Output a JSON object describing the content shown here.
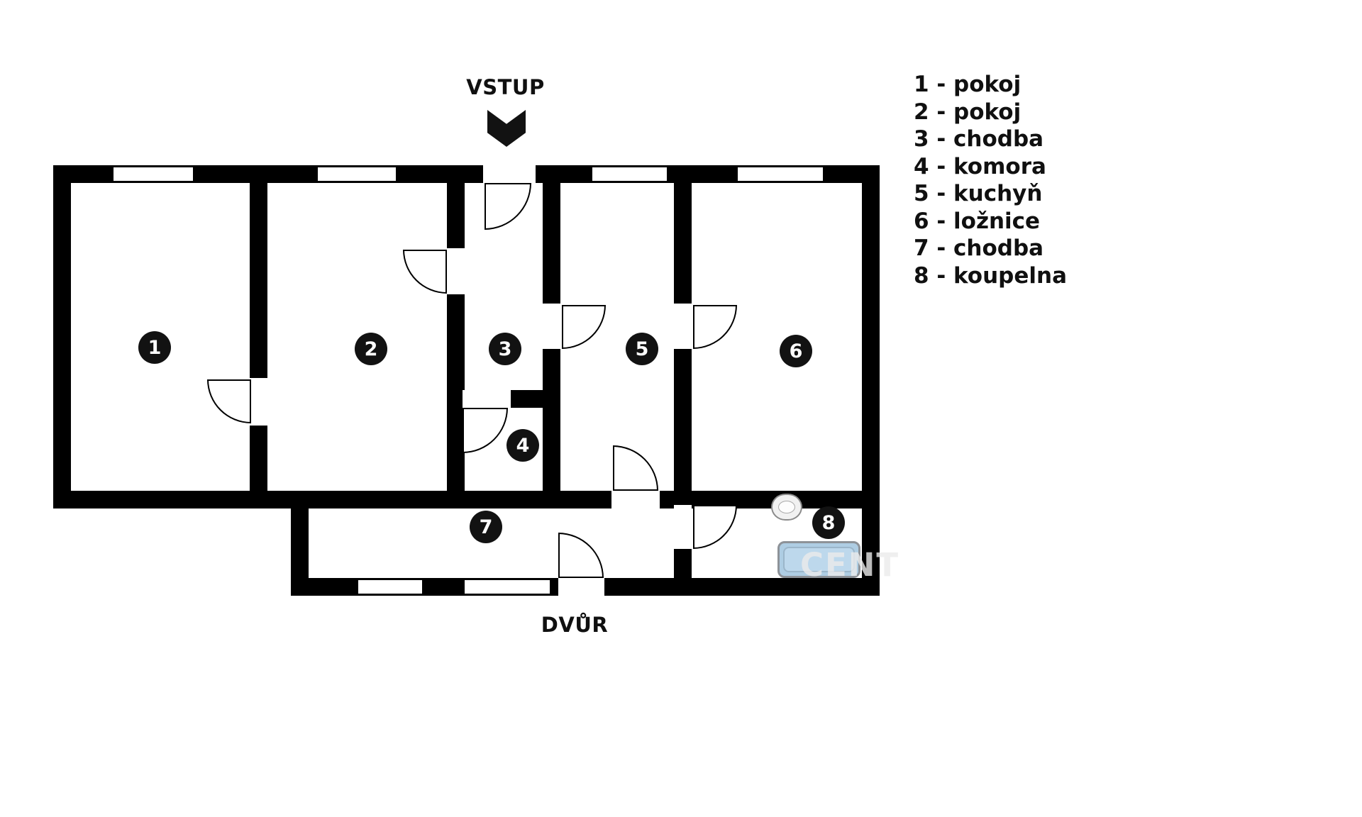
{
  "labels": {
    "entrance": "VSTUP",
    "courtyard": "DVŮR",
    "watermark": "CENT"
  },
  "rooms": [
    {
      "number": "1",
      "name": "pokoj",
      "legend": "1 - pokoj"
    },
    {
      "number": "2",
      "name": "pokoj",
      "legend": "2 - pokoj"
    },
    {
      "number": "3",
      "name": "chodba",
      "legend": "3 - chodba"
    },
    {
      "number": "4",
      "name": "komora",
      "legend": "4 - komora"
    },
    {
      "number": "5",
      "name": "kuchyň",
      "legend": "5 - kuchyň"
    },
    {
      "number": "6",
      "name": "ložnice",
      "legend": "6 - ložnice"
    },
    {
      "number": "7",
      "name": "chodba",
      "legend": "7 - chodba"
    },
    {
      "number": "8",
      "name": "koupelna",
      "legend": "8 - koupelna"
    }
  ],
  "colors": {
    "wall": "#000000",
    "badge": "#121212",
    "bathtub": "#aecde3"
  }
}
